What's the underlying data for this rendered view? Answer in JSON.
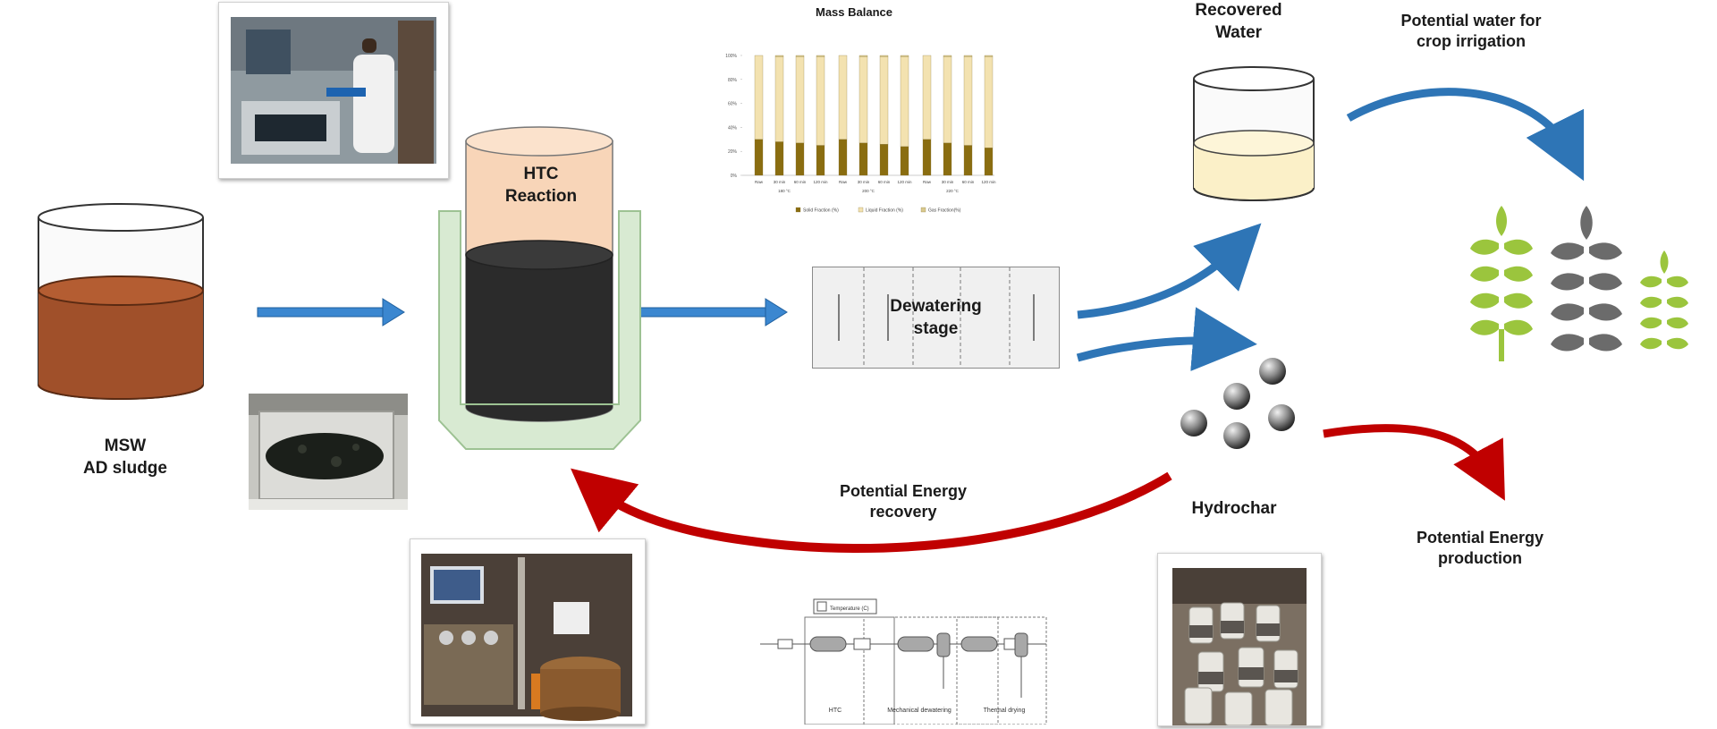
{
  "labels": {
    "msw_sludge_line1": "MSW",
    "msw_sludge_line2": "AD sludge",
    "htc_reaction_line1": "HTC",
    "htc_reaction_line2": "Reaction",
    "dewatering_line1": "Dewatering",
    "dewatering_line2": "stage",
    "recovered_water_line1": "Recovered",
    "recovered_water_line2": "Water",
    "crop_irrigation_line1": "Potential water for",
    "crop_irrigation_line2": "crop irrigation",
    "hydrochar": "Hydrochar",
    "energy_production_line1": "Potential Energy",
    "energy_production_line2": "production",
    "energy_recovery_line1": "Potential Energy",
    "energy_recovery_line2": "recovery"
  },
  "mass_balance": {
    "title": "Mass Balance",
    "y_ticks": [
      "100%",
      "80%",
      "60%",
      "40%",
      "20%",
      "0%"
    ],
    "groups": [
      {
        "name": "180 °C",
        "categories": [
          "Raw",
          "30 min",
          "60 min",
          "120 min"
        ]
      },
      {
        "name": "200 °C",
        "categories": [
          "Raw",
          "30 min",
          "60 min",
          "120 min"
        ]
      },
      {
        "name": "220 °C",
        "categories": [
          "Raw",
          "30 min",
          "60 min",
          "120 min"
        ]
      }
    ],
    "legend": [
      "Solid Fraction (%)",
      "Liquid Fraction (%)",
      "Gas Fraction(%)"
    ]
  },
  "chart_data": {
    "type": "bar",
    "title": "Mass Balance",
    "stacked": true,
    "ylim": [
      0,
      100
    ],
    "categories": [
      "Raw",
      "30 min",
      "60 min",
      "120 min",
      "Raw",
      "30 min",
      "60 min",
      "120 min",
      "Raw",
      "30 min",
      "60 min",
      "120 min"
    ],
    "series": [
      {
        "name": "Solid Fraction (%)",
        "values": [
          30,
          28,
          27,
          25,
          30,
          27,
          26,
          24,
          30,
          27,
          25,
          23
        ]
      },
      {
        "name": "Liquid Fraction (%)",
        "values": [
          70,
          71,
          72,
          74,
          70,
          72,
          73,
          75,
          70,
          72,
          74,
          76
        ]
      },
      {
        "name": "Gas Fraction(%)",
        "values": [
          0,
          1,
          1,
          1,
          0,
          1,
          1,
          1,
          0,
          1,
          1,
          1
        ]
      }
    ]
  },
  "process_diagram": {
    "header": "Temperature (C)",
    "sections": [
      "HTC",
      "Mechanical dewatering",
      "Thermal drying"
    ]
  },
  "colors": {
    "flow_arrow": "#2e75b6",
    "energy_arrow": "#c00000",
    "sludge": "#a0502a",
    "char": "#2b2b2b",
    "htc_top": "#f8d5b8",
    "htc_jacket": "#d8ead2",
    "water": "#fbf0c8",
    "wheat_green": "#9bc53d",
    "wheat_grey": "#6b6b6b",
    "bar_solid": "#8a6d10",
    "bar_liquid": "#f3e2b0"
  },
  "icons": {
    "wheat": "wheat-icon",
    "hydrochar_pellet": "pellet-icon"
  }
}
